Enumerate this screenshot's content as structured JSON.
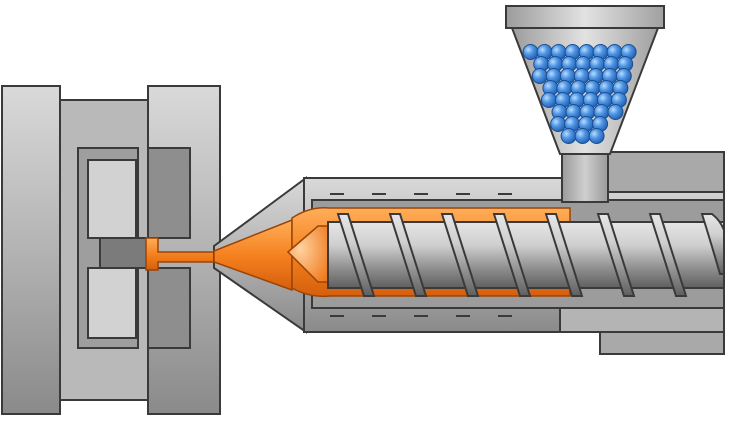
{
  "diagram": {
    "type": "injection-molding-machine-cross-section",
    "labels": [],
    "components": [
      {
        "id": "mold-platen",
        "icon": "mold-platen"
      },
      {
        "id": "mold-cavity",
        "icon": "mold-cavity"
      },
      {
        "id": "nozzle",
        "icon": "nozzle"
      },
      {
        "id": "barrel",
        "icon": "barrel"
      },
      {
        "id": "screw",
        "icon": "screw"
      },
      {
        "id": "molten-plastic",
        "icon": "melt"
      },
      {
        "id": "hopper",
        "icon": "hopper"
      },
      {
        "id": "plastic-pellets",
        "icon": "pellets"
      }
    ],
    "colors": {
      "steel_light": "#c9c9c9",
      "steel_mid": "#a8a8a8",
      "steel_dark": "#6e6e6e",
      "outline": "#3a3a3a",
      "melt": "#f07a1e",
      "melt_light": "#ff9b40",
      "pellet": "#3f86d6",
      "pellet_light": "#8cc1f5",
      "hopper": "#bfbfbf"
    }
  }
}
